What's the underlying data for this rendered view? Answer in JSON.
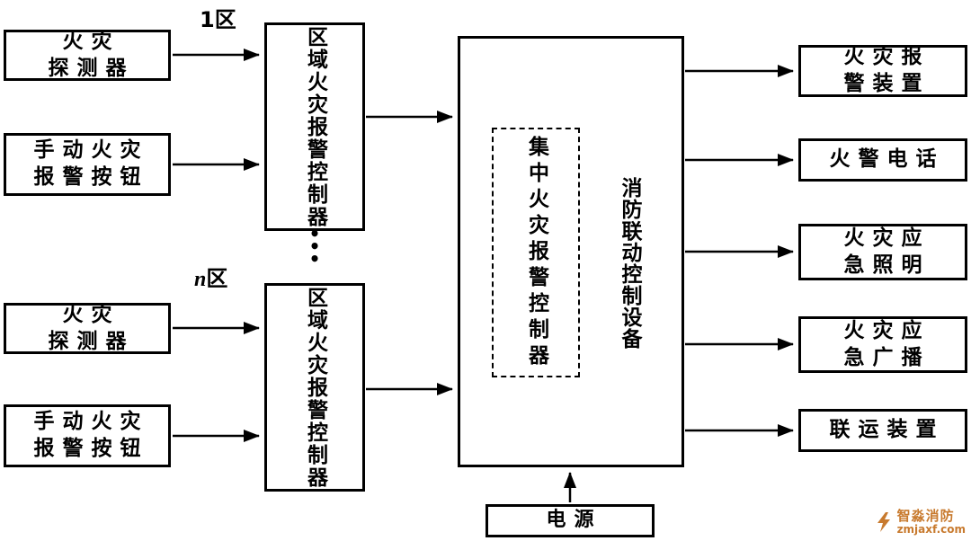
{
  "diagram": {
    "zone_labels": {
      "zone1": "1区",
      "zone_n_prefix": "n",
      "zone_n_suffix": "区"
    },
    "ellipsis": "•\n•\n•",
    "inputs": {
      "detector1": {
        "line1": "火灾",
        "line2": "探测器"
      },
      "manual1": {
        "line1": "手动火灾",
        "line2": "报警按钮"
      },
      "detector2": {
        "line1": "火灾",
        "line2": "探测器"
      },
      "manual2": {
        "line1": "手动火灾",
        "line2": "报警按钮"
      }
    },
    "controllers": {
      "regional1": "区域火灾报警控制器",
      "regional2": "区域火灾报警控制器",
      "central_dashed": "集中火灾报警控制器",
      "central": "消防联动控制设备"
    },
    "power": "电源",
    "outputs": {
      "alarm_device": {
        "line1": "火灾报",
        "line2": "警装置"
      },
      "fire_phone": {
        "line1": "火警电话"
      },
      "emergency_lighting": {
        "line1": "火灾应",
        "line2": "急照明"
      },
      "emergency_broadcast": {
        "line1": "火灾应",
        "line2": "急广播"
      },
      "linkage_device": {
        "line1": "联运装置"
      }
    },
    "watermark": {
      "brand": "智淼消防",
      "site": "zmjaxf.com"
    }
  },
  "colors": {
    "line": "#000000",
    "background": "#ffffff",
    "watermark_accent": "#c87a2e"
  }
}
